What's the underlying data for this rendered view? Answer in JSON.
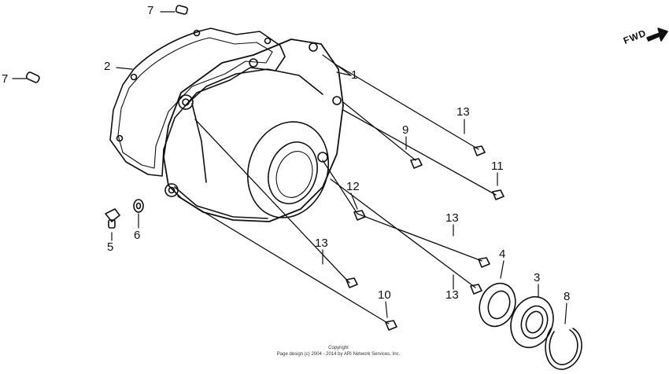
{
  "diagram": {
    "direction_label": "FWD",
    "copyright_heading": "Copyright",
    "copyright_line": "Page design (c) 2004 - 2014 by ARI Network Services, Inc.",
    "callouts": [
      "7",
      "7",
      "2",
      "1",
      "13",
      "9",
      "11",
      "12",
      "13",
      "5",
      "6",
      "13",
      "4",
      "3",
      "8",
      "13",
      "10"
    ],
    "colors": {
      "ink": "#111111",
      "paper": "#ffffff"
    }
  }
}
